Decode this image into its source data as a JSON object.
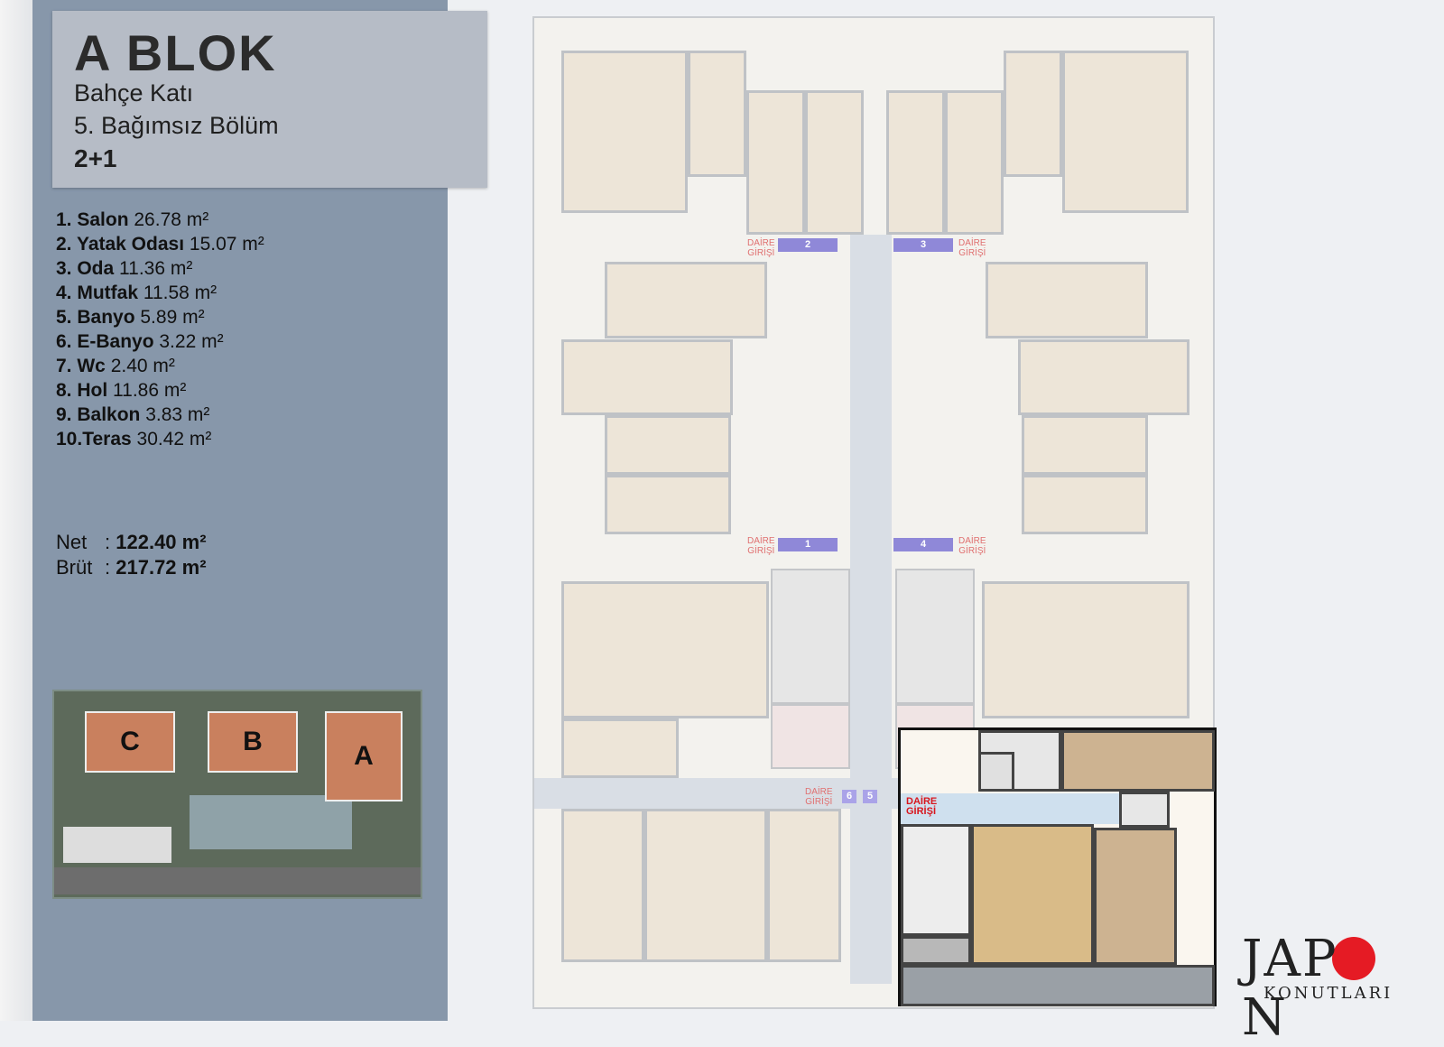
{
  "header": {
    "block": "A BLOK",
    "floor": "Bahçe Katı",
    "unit": "5. Bağımsız Bölüm",
    "type": "2+1"
  },
  "rooms": [
    {
      "label": "1. Salon",
      "area": "26.78 m²"
    },
    {
      "label": "2. Yatak Odası",
      "area": "15.07 m²"
    },
    {
      "label": "3. Oda",
      "area": "11.36 m²"
    },
    {
      "label": "4. Mutfak",
      "area": "11.58 m²"
    },
    {
      "label": "5. Banyo",
      "area": "5.89 m²"
    },
    {
      "label": "6. E-Banyo",
      "area": "3.22 m²"
    },
    {
      "label": "7. Wc",
      "area": "2.40 m²"
    },
    {
      "label": "8. Hol",
      "area": "11.86 m²"
    },
    {
      "label": "9. Balkon",
      "area": "3.83 m²"
    },
    {
      "label": "10.Teras",
      "area": "30.42 m²"
    }
  ],
  "totals": {
    "net_label": "Net",
    "net_value": "122.40 m²",
    "gross_label": "Brüt",
    "gross_value": "217.72 m²",
    "separator": ":"
  },
  "site_plan": {
    "blocks": [
      "C",
      "B",
      "A"
    ]
  },
  "floor_plan": {
    "entry_label_1": "DAİRE",
    "entry_label_2": "GİRİŞİ",
    "unit_tags": [
      "1",
      "2",
      "3",
      "4",
      "5",
      "6"
    ]
  },
  "logo": {
    "main": "JAPON",
    "main_left": "JAP",
    "main_right": "N",
    "sub": "KONUTLARI",
    "dot_color": "#e51b24"
  },
  "colors": {
    "panel": "#8797aa",
    "header": "#b6bcc6",
    "accent": "#17a0c4"
  }
}
